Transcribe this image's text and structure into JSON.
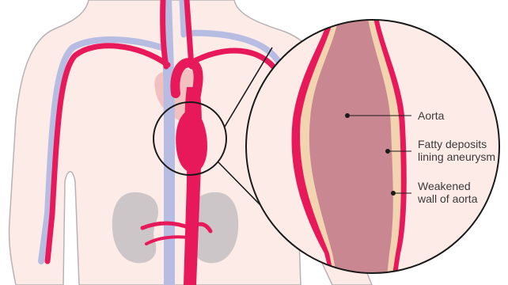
{
  "colors": {
    "artery": "#e8195a",
    "vein": "#b7bde2",
    "body_fill": "#fdebe7",
    "body_outline": "#b8b2b4",
    "heart": "#f2c1bf",
    "kidney": "#cdc6c9",
    "lumen": "#c98891",
    "plaque": "#f3d4b1",
    "inset_bg": "#fdebe7",
    "outline": "#1a1a1a",
    "label_text": "#3a3a3a"
  },
  "labels": {
    "aorta": "Aorta",
    "fatty_line1": "Fatty deposits",
    "fatty_line2": "lining aneurysm",
    "weakened_line1": "Weakened",
    "weakened_line2": "wall of aorta"
  }
}
